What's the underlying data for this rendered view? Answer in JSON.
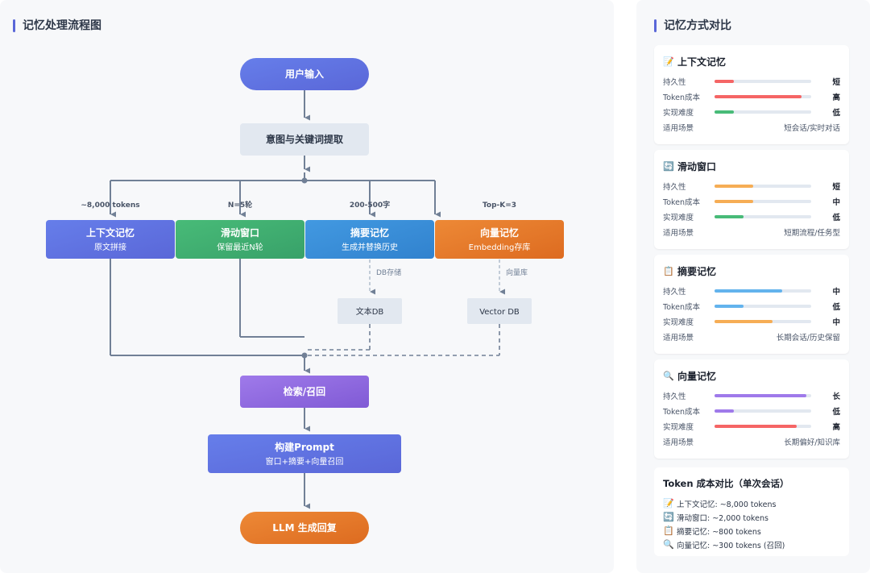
{
  "left_title": "记忆处理流程图",
  "right_title": "记忆方式对比",
  "flow": {
    "user_input": "用户输入",
    "intent": "意图与关键词提取",
    "labels": {
      "context": "~8,000 tokens",
      "window": "N=5轮",
      "summary": "200-500字",
      "vector": "Top-K=3"
    },
    "context_title": "上下文记忆",
    "context_sub": "原文拼接",
    "window_title": "滑动窗口",
    "window_sub": "保留最近N轮",
    "summary_title": "摘要记忆",
    "summary_sub": "生成并替换历史",
    "vector_title": "向量记忆",
    "vector_sub": "Embedding存库",
    "db_store": "DB存储",
    "vector_store": "向量库",
    "text_db": "文本DB",
    "vector_db": "Vector DB",
    "retrieve": "检索/召回",
    "prompt_title": "构建Prompt",
    "prompt_sub": "窗口+摘要+向量召回",
    "llm": "LLM 生成回复"
  },
  "colors": {
    "blue_purple": "#667eea",
    "gray_box": "#e2e8f0",
    "green": "#48bb78",
    "blue": "#4299e1",
    "orange": "#ed8936",
    "purple": "#9f7aea",
    "red_bar": "#f56565",
    "yellow_bar": "#f6ad55",
    "green_bar": "#68d391",
    "blue_bar": "#63b3ed",
    "purple_bar": "#9f7aea"
  },
  "labels": {
    "durability": "持久性",
    "token_cost": "Token成本",
    "difficulty": "实现难度",
    "scenario": "适用场景"
  },
  "cards": [
    {
      "icon": "📝",
      "icon_name": "memo-icon",
      "title": "上下文记忆",
      "rows": [
        {
          "value": "短",
          "level": 0.2,
          "color": "#f56565"
        },
        {
          "value": "高",
          "level": 0.9,
          "color": "#f56565"
        },
        {
          "value": "低",
          "level": 0.2,
          "color": "#48bb78"
        }
      ],
      "scenario": "短会话/实时对话"
    },
    {
      "icon": "🔄",
      "icon_name": "refresh-icon",
      "title": "滑动窗口",
      "rows": [
        {
          "value": "短",
          "level": 0.4,
          "color": "#f6ad55"
        },
        {
          "value": "中",
          "level": 0.4,
          "color": "#f6ad55"
        },
        {
          "value": "低",
          "level": 0.3,
          "color": "#48bb78"
        }
      ],
      "scenario": "短期流程/任务型"
    },
    {
      "icon": "📋",
      "icon_name": "clipboard-icon",
      "title": "摘要记忆",
      "rows": [
        {
          "value": "中",
          "level": 0.7,
          "color": "#63b3ed"
        },
        {
          "value": "低",
          "level": 0.3,
          "color": "#63b3ed"
        },
        {
          "value": "中",
          "level": 0.6,
          "color": "#f6ad55"
        }
      ],
      "scenario": "长期会话/历史保留"
    },
    {
      "icon": "🔍",
      "icon_name": "search-icon",
      "title": "向量记忆",
      "rows": [
        {
          "value": "长",
          "level": 0.95,
          "color": "#9f7aea"
        },
        {
          "value": "低",
          "level": 0.2,
          "color": "#9f7aea"
        },
        {
          "value": "高",
          "level": 0.85,
          "color": "#f56565"
        }
      ],
      "scenario": "长期偏好/知识库"
    }
  ],
  "token_compare": {
    "title": "Token 成本对比（单次会话）",
    "lines": [
      {
        "icon": "📝",
        "icon_name": "memo-icon",
        "text": "上下文记忆: ~8,000 tokens"
      },
      {
        "icon": "🔄",
        "icon_name": "refresh-icon",
        "text": "滑动窗口: ~2,000 tokens"
      },
      {
        "icon": "📋",
        "icon_name": "clipboard-icon",
        "text": "摘要记忆: ~800 tokens"
      },
      {
        "icon": "🔍",
        "icon_name": "search-icon",
        "text": "向量记忆: ~300 tokens (召回)"
      }
    ]
  }
}
